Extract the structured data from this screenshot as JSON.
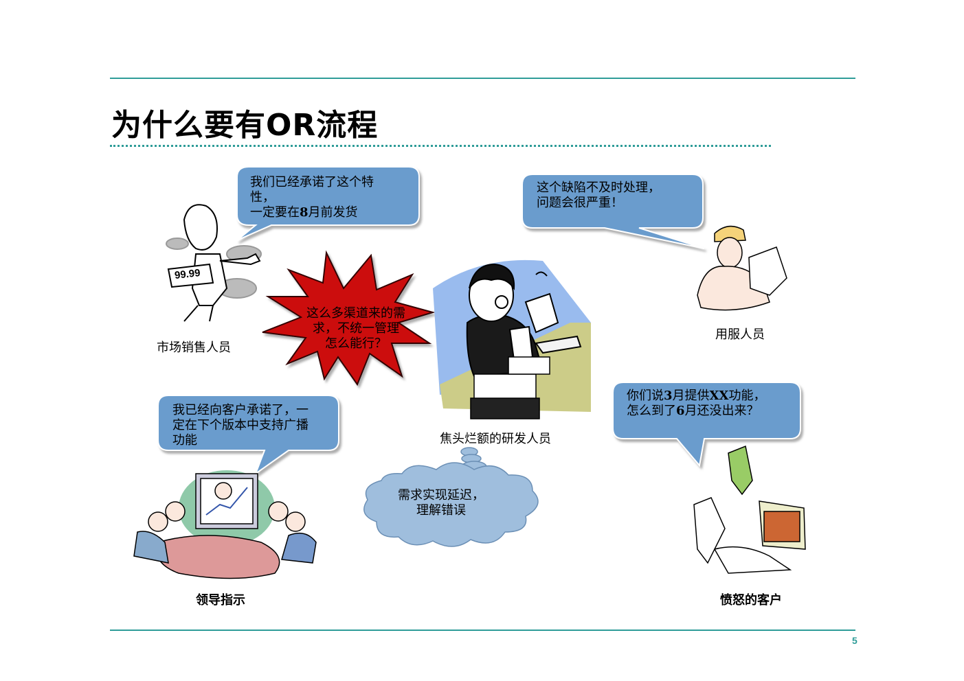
{
  "title": "为什么要有OR流程",
  "page_number": "5",
  "bubbles": {
    "sales": {
      "line1": "我们已经承诺了这个特",
      "line2": "性，",
      "line3_pre": "一定要在",
      "line3_num": "8",
      "line3_post": "月前发货"
    },
    "service": {
      "line1": "这个缺陷不及时处理，",
      "line2": "问题会很严重！"
    },
    "burst": {
      "line1": "这么多渠道来的需",
      "line2": "求，不统一管理",
      "line3": "怎么能行？"
    },
    "leader": {
      "line1": "我已经向客户承诺了，一",
      "line2": "定在下个版本中支持广播",
      "line3": "功能"
    },
    "cloud": {
      "line1": "需求实现延迟，",
      "line2": "理解错误"
    },
    "customer": {
      "l1_a": "你们说",
      "l1_b": "3",
      "l1_c": "月提供",
      "l1_d": "XX",
      "l1_e": "功能，",
      "l2_a": "怎么到了",
      "l2_b": "6",
      "l2_c": "月还没出来？"
    }
  },
  "captions": {
    "sales": "市场销售人员",
    "service": "用服人员",
    "developer": "焦头烂额的研发人员",
    "leader": "领导指示",
    "customer": "愤怒的客户"
  },
  "price_tag": "99.99",
  "colors": {
    "accent": "#2e9c98",
    "bubble": "#6b9ccd",
    "burst": "#cc1111",
    "cloud": "#9fbedd"
  }
}
